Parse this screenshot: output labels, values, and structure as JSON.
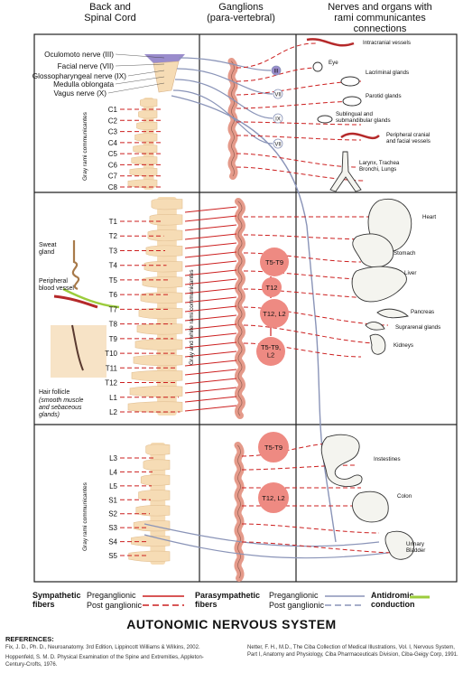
{
  "headers": {
    "col1": "Back and\nSpinal Cord",
    "col2": "Ganglions\n(para-vertebral)",
    "col3": "Nerves and organs with\nrami communicantes\nconnections"
  },
  "cranial_nerves": [
    "Oculomoto nerve (III)",
    "Facial nerve (VII)",
    "Glossopharyngeal nerve (IX)",
    "Medulla oblongata",
    "Vagus nerve (X)"
  ],
  "cranial_ganglion_labels": [
    "III",
    "VII",
    "IX",
    "VII"
  ],
  "cervical_levels": [
    "C1",
    "C2",
    "C3",
    "C4",
    "C5",
    "C6",
    "C7",
    "C8"
  ],
  "thoracolumbar_levels": [
    "T1",
    "T2",
    "T3",
    "T4",
    "T5",
    "T6",
    "T7",
    "T8",
    "T9",
    "T10",
    "T11",
    "T12",
    "L1",
    "L2"
  ],
  "lumbosacral_levels": [
    "L3",
    "L4",
    "L5",
    "S1",
    "S2",
    "S3",
    "S4",
    "S5"
  ],
  "rami_labels": {
    "top": "Gray rami communicantes",
    "middle": "Gray and white rami communicantes",
    "bottom": "Gray rami communicantes"
  },
  "side_labels": {
    "sweat": "Sweat\ngland",
    "vessel": "Peripheral\nblood vessel",
    "hair": "Hair follicle",
    "hair_detail": "(smooth muscle\nand sebaceous\nglands)"
  },
  "ganglion_nodes_mid": [
    "T5-T9",
    "T12",
    "T12, L2",
    "T5-T9,\nL2"
  ],
  "ganglion_nodes_bottom": [
    "T5-T9",
    "T12, L2"
  ],
  "organs": [
    "Intracranial vessels",
    "Eye",
    "Lacriminal glands",
    "Parotid glands",
    "Sublingual and\nsubmandibular glands",
    "Peripheral cranial\nand facial vessels",
    "Larynx, Trachea\nBronchi, Lungs",
    "Heart",
    "Stomach",
    "Liver",
    "Pancreas",
    "Suprarenal glands",
    "Kidneys",
    "Instestines",
    "Colon",
    "Urinary\nBladder"
  ],
  "legend": {
    "sympathetic": "Sympathetic\nfibers",
    "pre1": "Preganglionic",
    "post1": "Post ganglionic",
    "parasympathetic": "Parasympathetic\nfibers",
    "pre2": "Preganglionic",
    "post2": "Post ganglionic",
    "antidromic": "Antidromic\nconduction"
  },
  "title": "AUTONOMIC NERVOUS SYSTEM",
  "references": {
    "heading": "REFERENCES:",
    "left": [
      "Fix, J. D., Ph. D., Neuroanatomy. 3rd Edition, Lippincott Williams & Wilkins, 2002.",
      "Hoppenfeld, S. M. D. Physical Examination of the Spine and Extremities, Appleton-Century-Crofts, 1976."
    ],
    "right": [
      "Netter, F. H., M.D., The Ciba Collection of Medical Illustrations, Vol. I, Nervous System, Part I, Anatomy and Physiology, Ciba Pharmaceuticals Division, Ciba-Geigy Corp, 1991."
    ]
  },
  "colors": {
    "sympathetic": "#cc1f1f",
    "parasympathetic": "#8a94b8",
    "antidromic": "#9ccc3c",
    "node": "#ee8a82",
    "spine": "#f6dcb5",
    "organ": "#f4f4ef"
  }
}
